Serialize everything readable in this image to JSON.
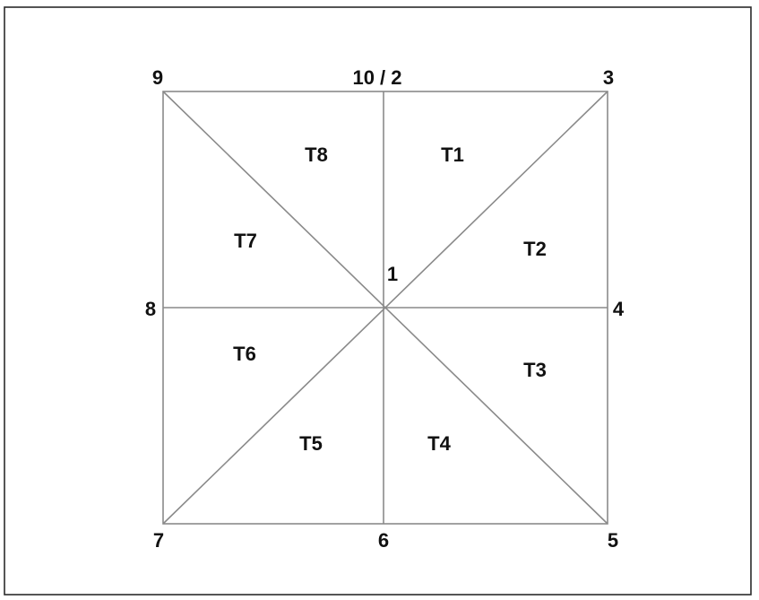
{
  "diagram": {
    "vertices": [
      {
        "id": "v1",
        "label": "1"
      },
      {
        "id": "v10_2",
        "label": "10 / 2"
      },
      {
        "id": "v3",
        "label": "3"
      },
      {
        "id": "v4",
        "label": "4"
      },
      {
        "id": "v5",
        "label": "5"
      },
      {
        "id": "v6",
        "label": "6"
      },
      {
        "id": "v7",
        "label": "7"
      },
      {
        "id": "v8",
        "label": "8"
      },
      {
        "id": "v9",
        "label": "9"
      }
    ],
    "triangles": [
      {
        "id": "t1",
        "label": "T1"
      },
      {
        "id": "t2",
        "label": "T2"
      },
      {
        "id": "t3",
        "label": "T3"
      },
      {
        "id": "t4",
        "label": "T4"
      },
      {
        "id": "t5",
        "label": "T5"
      },
      {
        "id": "t6",
        "label": "T6"
      },
      {
        "id": "t7",
        "label": "T7"
      },
      {
        "id": "t8",
        "label": "T8"
      }
    ],
    "colors": {
      "frame": "#2b2b2b",
      "edges": "#8a8a8a",
      "text": "#111111",
      "background": "#ffffff"
    }
  }
}
